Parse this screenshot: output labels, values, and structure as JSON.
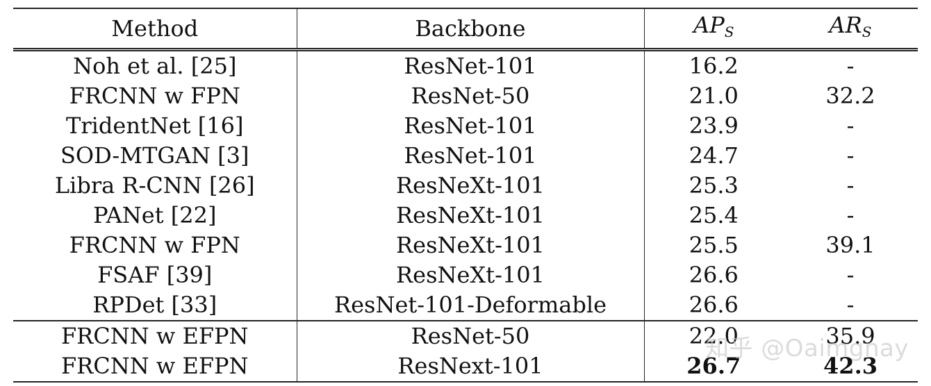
{
  "table": {
    "headers": {
      "method": "Method",
      "backbone": "Backbone",
      "aps_main": "AP",
      "aps_sub": "S",
      "ars_main": "AR",
      "ars_sub": "S"
    },
    "rows": [
      {
        "method": "Noh et al. [25]",
        "backbone": "ResNet-101",
        "aps": "16.2",
        "ars": "-"
      },
      {
        "method": "FRCNN w FPN",
        "backbone": "ResNet-50",
        "aps": "21.0",
        "ars": "32.2"
      },
      {
        "method": "TridentNet [16]",
        "backbone": "ResNet-101",
        "aps": "23.9",
        "ars": "-"
      },
      {
        "method": "SOD-MTGAN [3]",
        "backbone": "ResNet-101",
        "aps": "24.7",
        "ars": "-"
      },
      {
        "method": "Libra R-CNN [26]",
        "backbone": "ResNeXt-101",
        "aps": "25.3",
        "ars": "-"
      },
      {
        "method": "PANet [22]",
        "backbone": "ResNeXt-101",
        "aps": "25.4",
        "ars": "-"
      },
      {
        "method": "FRCNN w FPN",
        "backbone": "ResNeXt-101",
        "aps": "25.5",
        "ars": "39.1"
      },
      {
        "method": "FSAF [39]",
        "backbone": "ResNeXt-101",
        "aps": "26.6",
        "ars": "-"
      },
      {
        "method": "RPDet [33]",
        "backbone": "ResNet-101-Deformable",
        "aps": "26.6",
        "ars": "-"
      },
      {
        "method": "FRCNN w EFPN",
        "backbone": "ResNet-50",
        "aps": "22.0",
        "ars": "35.9"
      },
      {
        "method": "FRCNN w EFPN",
        "backbone": "ResNext-101",
        "aps": "26.7",
        "ars": "42.3"
      }
    ]
  },
  "watermark": "知乎 @Oaimgnay"
}
